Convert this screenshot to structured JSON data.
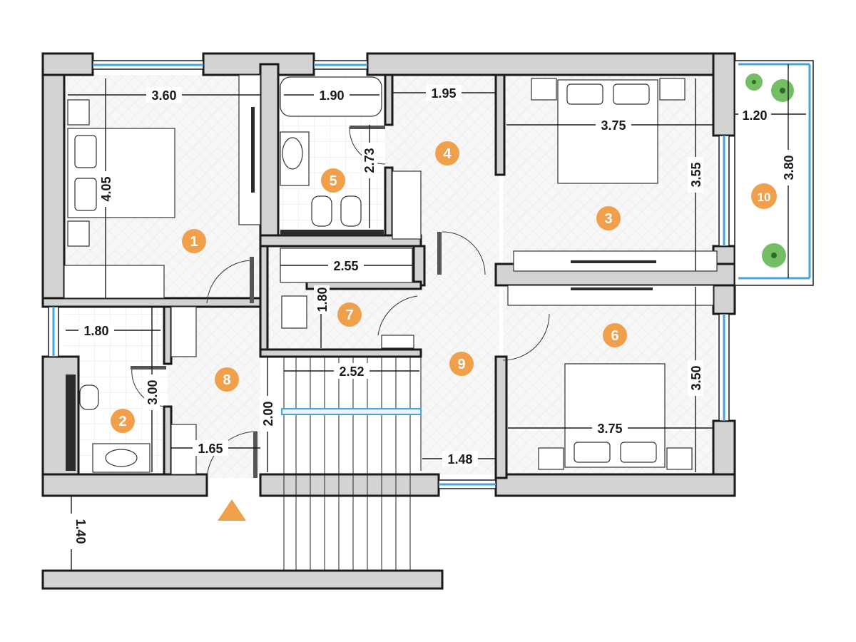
{
  "dimensions": {
    "room1_width": "3.60",
    "room1_height": "4.05",
    "bath5_width": "1.90",
    "bath5_height": "2.73",
    "room4_width": "1.95",
    "room3_width": "3.75",
    "room3_height": "3.55",
    "terrace_width": "1.20",
    "terrace_height": "3.80",
    "wardrobe_width": "2.55",
    "closet7_height": "1.80",
    "dressing_width": "1.80",
    "bath2_height": "3.00",
    "stair_width": "2.52",
    "stair_height": "2.00",
    "hall_width": "1.65",
    "landing_width": "1.48",
    "room6_height": "3.50",
    "room6_width": "3.75",
    "entrance_depth": "1.40"
  },
  "rooms": [
    {
      "id": "1"
    },
    {
      "id": "2"
    },
    {
      "id": "3"
    },
    {
      "id": "4"
    },
    {
      "id": "5"
    },
    {
      "id": "6"
    },
    {
      "id": "7"
    },
    {
      "id": "8"
    },
    {
      "id": "9"
    },
    {
      "id": "10"
    }
  ],
  "colors": {
    "room_marker": "#f0a04b",
    "wall": "#d3d3d3",
    "window": "#4aa3d8",
    "plant": "#5bb14a"
  },
  "icons": {
    "entrance": "arrow-up-icon",
    "plant": "plant-icon"
  }
}
